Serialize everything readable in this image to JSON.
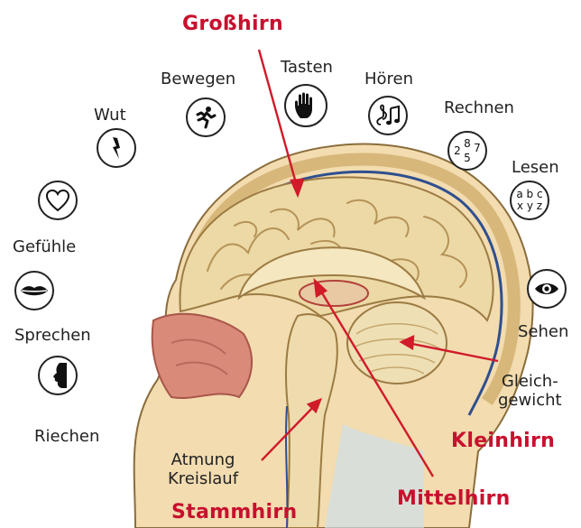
{
  "labels": {
    "grosshirn": "Großhirn",
    "kleinhirn": "Kleinhirn",
    "mittelhirn": "Mittelhirn",
    "stammhirn": "Stammhirn",
    "bewegen": "Bewegen",
    "tasten": "Tasten",
    "hoeren": "Hören",
    "rechnen": "Rechnen",
    "lesen": "Lesen",
    "sehen": "Sehen",
    "wut": "Wut",
    "gefuehle": "Gefühle",
    "sprechen": "Sprechen",
    "riechen": "Riechen",
    "gleichgewicht_1": "Gleich-",
    "gleichgewicht_2": "gewicht",
    "atmung": "Atmung",
    "kreislauf": "Kreislauf"
  },
  "icon_text": {
    "rechnen_top": "8",
    "rechnen_left": "2",
    "rechnen_right": "7",
    "rechnen_bottom": "5",
    "lesen_top": "a b c",
    "lesen_bottom": "x y z"
  },
  "colors": {
    "accent_red": "#c8102e",
    "brain": "#ecd9a5",
    "skull": "#f2dcb0",
    "vessel": "#2f4f8f"
  }
}
